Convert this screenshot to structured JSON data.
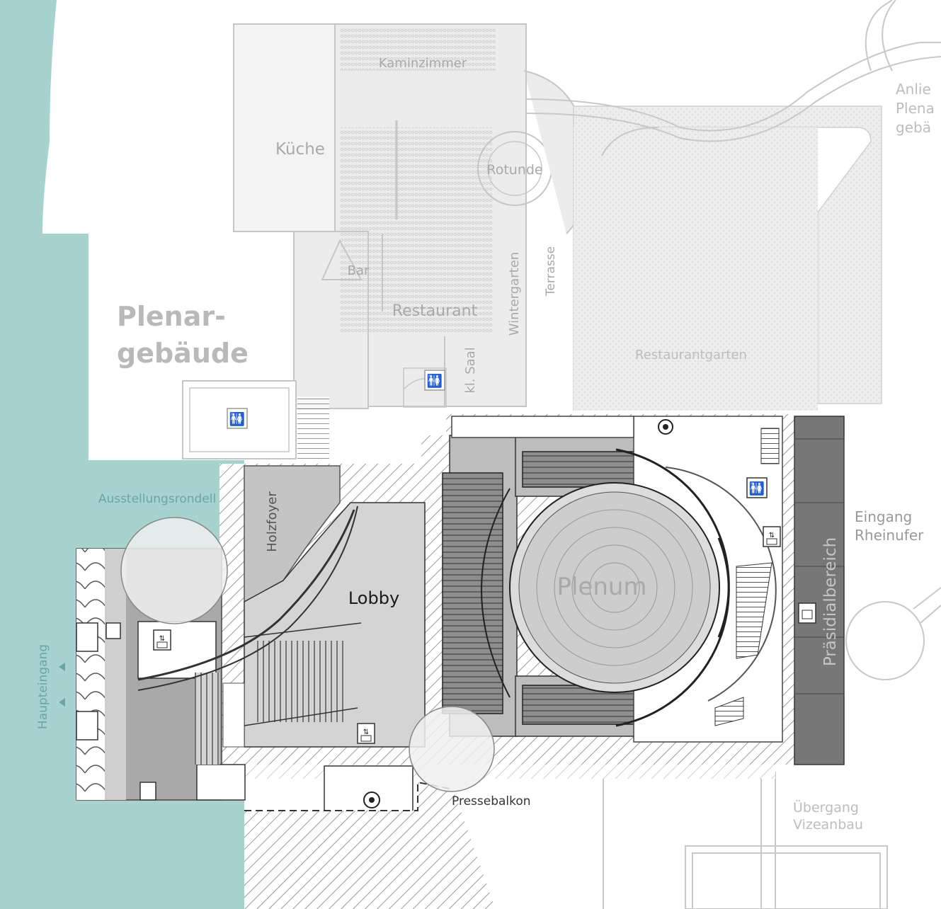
{
  "labels": {
    "kaminzimmer": "Kaminzimmer",
    "kueche": "Küche",
    "rotunde": "Rotunde",
    "bar": "Bar",
    "restaurant": "Restaurant",
    "wintergarten": "Wintergarten",
    "terrasse": "Terrasse",
    "restaurantgarten": "Restaurantgarten",
    "kl_saal": "kl. Saal",
    "plenar_line1": "Plenar-",
    "plenar_line2": "gebäude",
    "anlie_line1": "Anlie",
    "anlie_line2": "Plena",
    "anlie_line3": "gebä",
    "ausstellungsrondell": "Ausstellungsrondell",
    "holzfoyer": "Holzfoyer",
    "lobby": "Lobby",
    "plenum": "Plenum",
    "eingang_line1": "Eingang",
    "eingang_line2": "Rheinufer",
    "praesidialbereich": "Präsidialbereich",
    "haupteingang": "Haupteingang",
    "pressebalkon": "Pressebalkon",
    "uebergang_line1": "Übergang",
    "uebergang_line2": "Vizeanbau"
  },
  "icons": {
    "restroom": "restroom-icon",
    "elevator": "elevator-icon",
    "stairs": "stairs-icon",
    "spiral": "spiral-stairs-icon",
    "info": "info-icon",
    "entrance_arrow": "entrance-arrow-icon"
  },
  "colors": {
    "water": "#a7d2d0",
    "water_text": "#6aa6a6",
    "faded_line": "#c6c6c6",
    "faded_fill": "#ececec",
    "faded_text": "#a9a9a9",
    "lobby_fill": "#d4d4d4",
    "dark_fill": "#9f9f9f",
    "president_fill": "#777777",
    "plenum_ring": "#c9c9c9",
    "text_dark": "#1a1a1a"
  }
}
